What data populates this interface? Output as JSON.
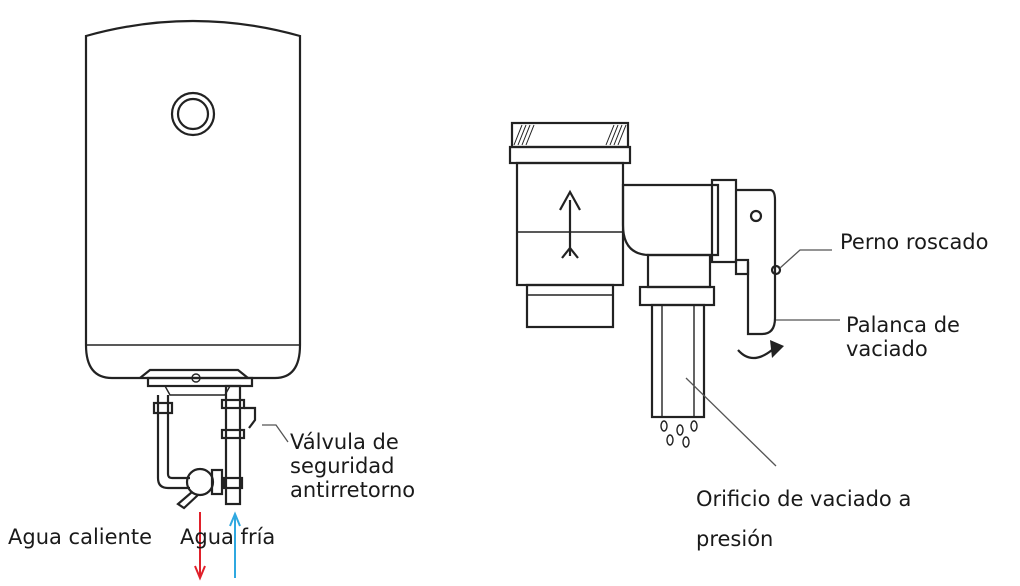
{
  "labels": {
    "valve_left": [
      "Válvula de",
      "seguridad",
      "antirretorno"
    ],
    "hot_water": "Agua caliente",
    "cold_water": "Agua fría",
    "threaded_bolt": "Perno roscado",
    "drain_lever": [
      "Palanca de",
      "vaciado"
    ],
    "pressure_drain_hole": [
      "Orificio de vaciado a",
      "presión"
    ]
  },
  "colors": {
    "hot_arrow": "#e0202a",
    "cold_arrow": "#2fa8e0",
    "outline": "#222222"
  },
  "icons": [
    "water-heater-icon",
    "safety-valve-icon",
    "flow-arrow-icon"
  ]
}
